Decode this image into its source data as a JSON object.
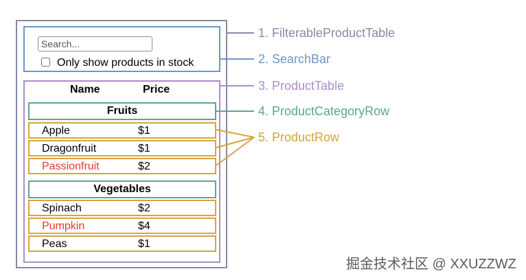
{
  "search_bar": {
    "placeholder": "Search...",
    "checkbox_label": "Only show products in stock"
  },
  "table_header": {
    "name": "Name",
    "price": "Price"
  },
  "categories": [
    {
      "name": "Fruits",
      "products": [
        {
          "name": "Apple",
          "price": "$1",
          "stocked": true
        },
        {
          "name": "Dragonfruit",
          "price": "$1",
          "stocked": true
        },
        {
          "name": "Passionfruit",
          "price": "$2",
          "stocked": false
        }
      ]
    },
    {
      "name": "Vegetables",
      "products": [
        {
          "name": "Spinach",
          "price": "$2",
          "stocked": true
        },
        {
          "name": "Pumpkin",
          "price": "$4",
          "stocked": false
        },
        {
          "name": "Peas",
          "price": "$1",
          "stocked": true
        }
      ]
    }
  ],
  "legend": [
    {
      "label": "1. FilterableProductTable",
      "color": "#868aa4"
    },
    {
      "label": "2. SearchBar",
      "color": "#6b97c6"
    },
    {
      "label": "3. ProductTable",
      "color": "#ad8cc8"
    },
    {
      "label": "4. ProductCategoryRow",
      "color": "#5aa595"
    },
    {
      "label": "5. ProductRow",
      "color": "#d4a53d"
    }
  ],
  "colors": {
    "out_of_stock_text": "#e03b2a"
  },
  "watermark": "掘金技术社区 @ XXUZZWZ"
}
